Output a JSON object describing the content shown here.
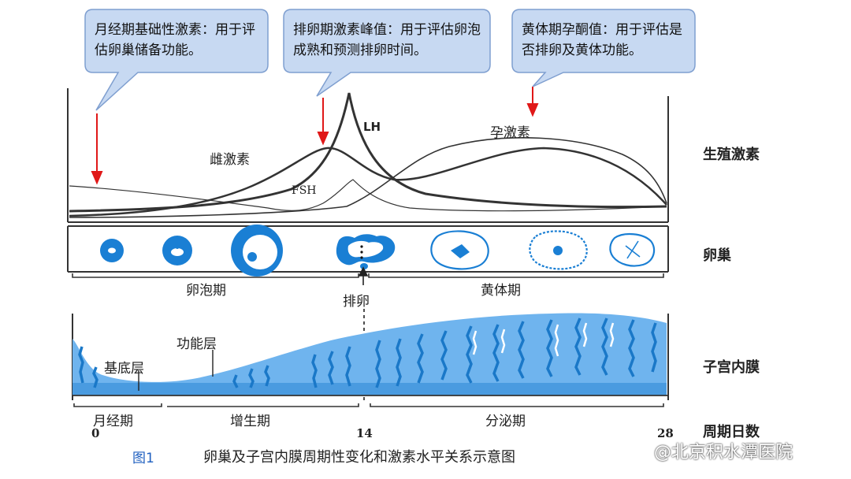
{
  "callouts": {
    "basal": "月经期基础性激素：用于评估卵巢储备功能。",
    "peak": "排卵期激素峰值：用于评估卵泡成熟和预测排卵时间。",
    "luteal": "黄体期孕酮值：用于评估是否排卵及黄体功能。"
  },
  "hormone_labels": {
    "lh": "LH",
    "progesterone": "孕激素",
    "estrogen": "雌激素",
    "fsh": "FSH"
  },
  "phase_labels": {
    "follicular": "卵泡期",
    "luteal": "黄体期",
    "ovulation": "排卵"
  },
  "endometrium_labels": {
    "functional": "功能层",
    "basal": "基底层"
  },
  "cycle_labels": {
    "menstrual": "月经期",
    "proliferative": "增生期",
    "secretory": "分泌期"
  },
  "day_ticks": {
    "start": "0",
    "mid": "14",
    "end": "28"
  },
  "row_labels": {
    "hormones": "生殖激素",
    "ovary": "卵巢",
    "endometrium": "子宫内膜",
    "days": "周期日数"
  },
  "caption": {
    "fig": "图1",
    "text": "卵巢及子宫内膜周期性变化和激素水平关系示意图"
  },
  "watermark": "@北京积水潭医院",
  "colors": {
    "callout_fill": "#c7d9f2",
    "callout_border": "#7f9fd0",
    "arrow": "#e01818",
    "follicle": "#1a7fd4",
    "endometrium": "#6fb4ee",
    "endometrium_dark": "#1a78c8"
  }
}
